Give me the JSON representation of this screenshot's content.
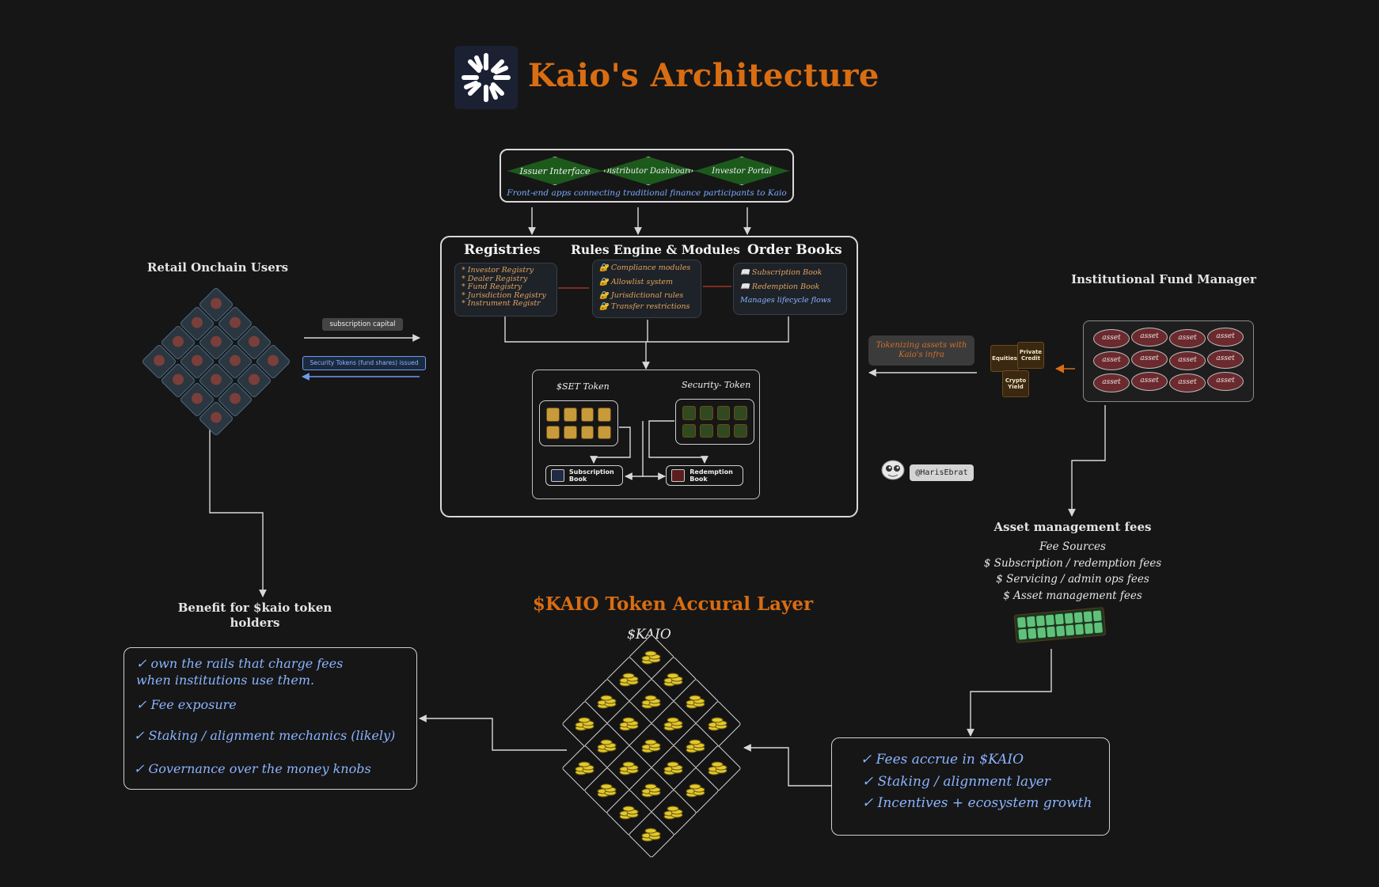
{
  "title": "Kaio's Architecture",
  "logo_icon": "kaio-sunburst-logo-icon",
  "frontend": {
    "apps": [
      "Issuer Interface",
      "Distributor Dashboard",
      "Investor Portal"
    ],
    "caption": "Front-end apps connecting traditional finance participants to Kaio"
  },
  "core": {
    "registries": {
      "title": "Registries",
      "items": [
        "* Investor Registry",
        "* Dealer Registry",
        "* Fund Registry",
        "* Jurisdiction Registry",
        "* Instrument Registr"
      ]
    },
    "rules": {
      "title": "Rules Engine & Modules",
      "items": [
        "Compliance modules",
        "Allowlist system",
        "Jurisdictional rules",
        "Transfer restrictions"
      ]
    },
    "orderbooks": {
      "title": "Order Books",
      "items": [
        "Subscription Book",
        "Redemption Book",
        "Manages lifecycle flows"
      ]
    },
    "tokens": {
      "set_label": "$SET Token",
      "security_label": "Security- Token",
      "subscription_book": "Subscription Book",
      "redemption_book": "Redemption Book"
    }
  },
  "retail": {
    "title": "Retail Onchain Users",
    "subscription_capital": "subscription capital",
    "security_tokens": "Security Tokens (fund shares) issued"
  },
  "institutional": {
    "title": "Institutional Fund Manager",
    "asset_label": "asset",
    "asset_count": 12,
    "tokenizing": "Tokenizing assets with Kaio's infra",
    "chips": [
      "Equities",
      "Private Credit",
      "Crypto Yield"
    ]
  },
  "handle": "@HarisEbrat",
  "fees": {
    "title": "Asset management fees",
    "sources_label": "Fee Sources",
    "items": [
      "$ Subscription / redemption fees",
      "$ Servicing / admin ops fees",
      "$ Asset management fees"
    ]
  },
  "kaio": {
    "title": "$KAIO Token Accural Layer",
    "symbol": "$KAIO"
  },
  "benefit": {
    "title": "Benefit for $kaio token holders",
    "items": [
      "✓ own the rails that charge fees",
      "when institutions use them.",
      "✓  Fee exposure",
      "✓ Staking / alignment mechanics (likely)",
      "✓ Governance over the money knobs"
    ]
  },
  "accrual": {
    "items": [
      "✓ Fees accrue in $KAIO",
      "✓ Staking / alignment layer",
      "✓ Incentives + ecosystem growth"
    ]
  },
  "colors": {
    "accent_orange": "#d96d12",
    "link_blue": "#8ab4ff",
    "diamond_green": "#1c5a1c",
    "asset_red": "#6a2a2e"
  }
}
